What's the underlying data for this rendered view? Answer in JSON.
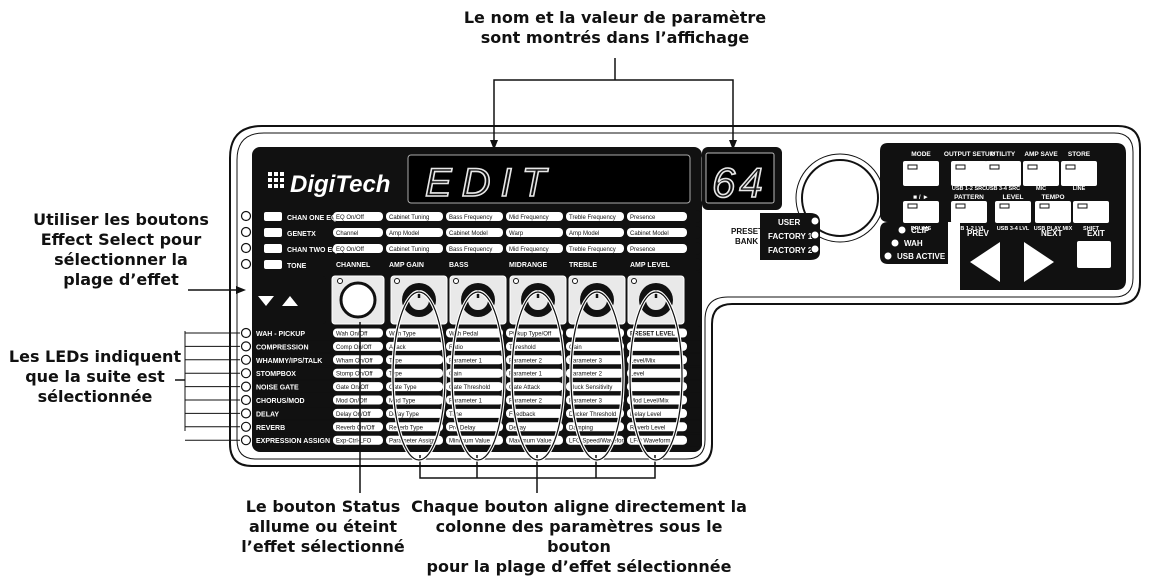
{
  "callouts": {
    "top": [
      "Le nom et la valeur de paramètre",
      "sont montrés dans l’affichage"
    ],
    "effect_select": [
      "Utiliser les boutons",
      "Effect Select pour",
      "sélectionner la",
      "plage d’effet"
    ],
    "leds": [
      "Les LEDs indiquent",
      "que la suite est",
      "sélectionnée"
    ],
    "status": [
      "Le bouton Status",
      "allume ou éteint",
      "l’effet sélectionné"
    ],
    "knobs": [
      "Chaque bouton aligne directement la",
      "colonne des paramètres sous le bouton",
      "pour la plage d’effet sélectionnée"
    ]
  },
  "device": {
    "brand": "DigiTech",
    "display_main": "EDIT",
    "display_number": "64",
    "top_rows": [
      {
        "name": "CHAN ONE EQ",
        "params": [
          "EQ On/Off",
          "Cabinet Tuning",
          "Bass Frequency",
          "Mid Frequency",
          "Treble Frequency",
          "Presence"
        ]
      },
      {
        "name": "GENETX",
        "params": [
          "Channel",
          "Amp Model",
          "Cabinet Model",
          "Warp",
          "Amp Model",
          "Cabinet Model"
        ]
      },
      {
        "name": "CHAN TWO EQ",
        "params": [
          "EQ On/Off",
          "Cabinet Tuning",
          "Bass Frequency",
          "Mid Frequency",
          "Treble Frequency",
          "Presence"
        ]
      },
      {
        "name": "TONE",
        "params": [
          "CHANNEL",
          "AMP GAIN",
          "BASS",
          "MIDRANGE",
          "TREBLE",
          "AMP LEVEL"
        ]
      }
    ],
    "effect_rows": [
      {
        "name": "WAH - PICKUP",
        "params": [
          "Wah On/Off",
          "Wah Type",
          "Wah Pedal",
          "Pickup Type/Off",
          "",
          "PRESET LEVEL"
        ]
      },
      {
        "name": "COMPRESSION",
        "params": [
          "Comp On/Off",
          "Attack",
          "Ratio",
          "Threshold",
          "Gain",
          ""
        ]
      },
      {
        "name": "WHAMMY/IPS/TALK",
        "params": [
          "Wham On/Off",
          "Type",
          "Parameter 1",
          "Parameter 2",
          "Parameter 3",
          "Level/Mix"
        ]
      },
      {
        "name": "STOMPBOX",
        "params": [
          "Stomp On/Off",
          "Type",
          "Gain",
          "Parameter 1",
          "Parameter 2",
          "Level"
        ]
      },
      {
        "name": "NOISE GATE",
        "params": [
          "Gate On/Off",
          "Gate Type",
          "Gate Threshold",
          "Gate Attack",
          "Pluck Sensitivity",
          ""
        ]
      },
      {
        "name": "CHORUS/MOD",
        "params": [
          "Mod On/Off",
          "Mod Type",
          "Parameter 1",
          "Parameter 2",
          "Parameter 3",
          "Mod Level/Mix"
        ]
      },
      {
        "name": "DELAY",
        "params": [
          "Delay On/Off",
          "Delay Type",
          "Time",
          "Feedback",
          "Ducker Threshold",
          "Delay Level"
        ]
      },
      {
        "name": "REVERB",
        "params": [
          "Reverb On/Off",
          "Reverb Type",
          "Pre Delay",
          "Decay",
          "Damping",
          "Reverb Level"
        ]
      },
      {
        "name": "EXPRESSION ASSIGN",
        "params": [
          "Exp-Ctrl-LFO",
          "Parameter Assign",
          "Minimum Value",
          "Maximum Value",
          "LFO Speed/Waveform",
          "LFO Waveform"
        ]
      }
    ],
    "preset_bank": {
      "label": [
        "PRESET",
        "BANK"
      ],
      "items": [
        "USER",
        "FACTORY 1",
        "FACTORY 2"
      ]
    },
    "status_leds": [
      "CLIP",
      "WAH",
      "USB ACTIVE"
    ],
    "top_buttons": [
      {
        "label": "MODE",
        "sub": ""
      },
      {
        "label": "OUTPUT SETUP",
        "sub": "USB 1-2 SRC"
      },
      {
        "label": "UTILITY",
        "sub": "USB 3-4 SRC"
      },
      {
        "label": "AMP SAVE",
        "sub": "MIC"
      },
      {
        "label": "STORE",
        "sub": "LINE"
      }
    ],
    "mid_buttons": [
      {
        "top": "■ / ►",
        "bottom": "DRUMS"
      },
      {
        "top": "PATTERN",
        "bottom": "USB 1-2 LVL"
      },
      {
        "top": "LEVEL",
        "bottom": "USB 3-4 LVL"
      },
      {
        "top": "TEMPO",
        "bottom": "USB PLAY MIX"
      },
      {
        "top": "",
        "bottom": "SHIFT"
      }
    ],
    "nav": {
      "prev": "PREV",
      "next": "NEXT",
      "exit": "EXIT"
    }
  }
}
